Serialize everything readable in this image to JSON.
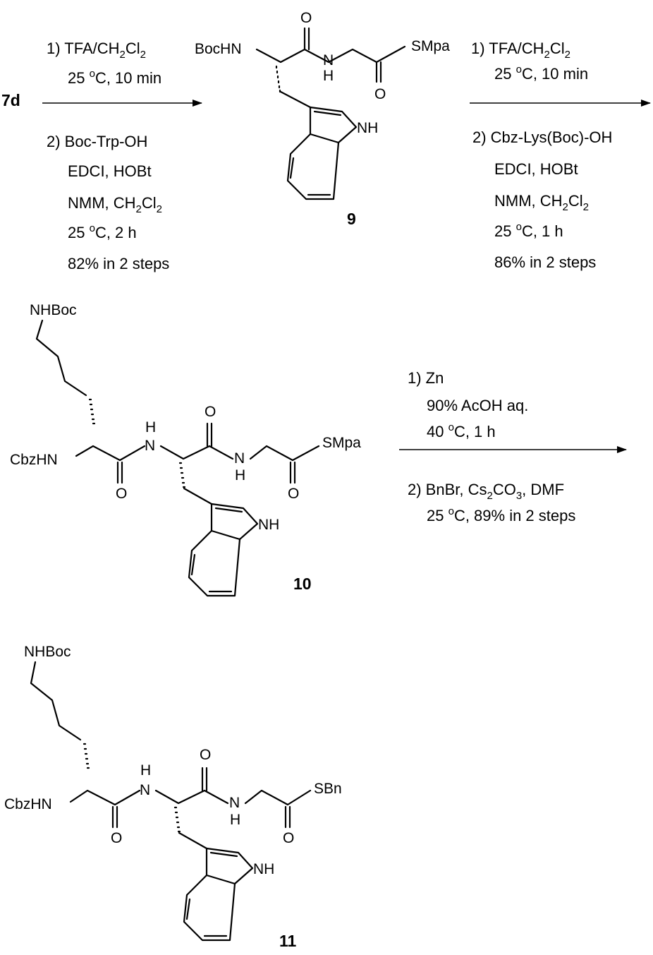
{
  "start_compound": "7d",
  "step1": {
    "above": [
      {
        "parts": [
          [
            "1) TFA/CH"
          ],
          [
            "2",
            "sub"
          ],
          [
            "Cl"
          ],
          [
            "2",
            "sub"
          ]
        ]
      },
      {
        "parts": [
          [
            "25 "
          ],
          [
            "o",
            "sup"
          ],
          [
            "C, 10 min"
          ]
        ]
      }
    ],
    "below": [
      {
        "parts": [
          [
            "2) Boc-Trp-OH"
          ]
        ]
      },
      {
        "parts": [
          [
            "EDCI, HOBt"
          ]
        ]
      },
      {
        "parts": [
          [
            "NMM, CH"
          ],
          [
            "2",
            "sub"
          ],
          [
            "Cl"
          ],
          [
            "2",
            "sub"
          ]
        ]
      },
      {
        "parts": [
          [
            "25 "
          ],
          [
            "o",
            "sup"
          ],
          [
            "C, 2 h"
          ]
        ]
      },
      {
        "parts": [
          [
            "82% in 2 steps"
          ]
        ]
      }
    ]
  },
  "step2": {
    "above": [
      {
        "parts": [
          [
            "1) TFA/CH"
          ],
          [
            "2",
            "sub"
          ],
          [
            "Cl"
          ],
          [
            "2",
            "sub"
          ]
        ]
      },
      {
        "parts": [
          [
            "25 "
          ],
          [
            "o",
            "sup"
          ],
          [
            "C, 10 min"
          ]
        ]
      }
    ],
    "below": [
      {
        "parts": [
          [
            "2) Cbz-Lys(Boc)-OH"
          ]
        ]
      },
      {
        "parts": [
          [
            "EDCI, HOBt"
          ]
        ]
      },
      {
        "parts": [
          [
            "NMM, CH"
          ],
          [
            "2",
            "sub"
          ],
          [
            "Cl"
          ],
          [
            "2",
            "sub"
          ]
        ]
      },
      {
        "parts": [
          [
            "25 "
          ],
          [
            "o",
            "sup"
          ],
          [
            "C, 1 h"
          ]
        ]
      },
      {
        "parts": [
          [
            "86% in 2 steps"
          ]
        ]
      }
    ]
  },
  "step3": {
    "above": [
      {
        "parts": [
          [
            "1) Zn"
          ]
        ]
      },
      {
        "parts": [
          [
            "90% AcOH aq."
          ]
        ]
      },
      {
        "parts": [
          [
            "40 "
          ],
          [
            "o",
            "sup"
          ],
          [
            "C, 1 h"
          ]
        ]
      }
    ],
    "below": [
      {
        "parts": [
          [
            "2) BnBr, Cs"
          ],
          [
            "2",
            "sub"
          ],
          [
            "CO"
          ],
          [
            "3",
            "sub"
          ],
          [
            ", DMF"
          ]
        ]
      },
      {
        "parts": [
          [
            "25 "
          ],
          [
            "o",
            "sup"
          ],
          [
            "C, 89% in 2 steps"
          ]
        ]
      }
    ]
  },
  "compound9": {
    "label": "9",
    "atoms": {
      "boc_hn": "BocHN",
      "o_top": "O",
      "n_amide": "N",
      "h_amide": "H",
      "s_group": "SMpa",
      "o_bottom": "O",
      "n_indole": "NH"
    }
  },
  "compound10": {
    "label": "10",
    "atoms": {
      "nhboc": "NHBoc",
      "cbzhn": "CbzHN",
      "o_lys": "O",
      "n_amide1": "N",
      "h_amide1": "H",
      "o_trp": "O",
      "n_amide2": "N",
      "h_amide2": "H",
      "s_group": "SMpa",
      "o_gly": "O",
      "n_indole": "NH"
    }
  },
  "compound11": {
    "label": "11",
    "atoms": {
      "nhboc": "NHBoc",
      "cbzhn": "CbzHN",
      "o_lys": "O",
      "n_amide1": "N",
      "h_amide1": "H",
      "o_trp": "O",
      "n_amide2": "N",
      "h_amide2": "H",
      "s_group": "SBn",
      "o_gly": "O",
      "n_indole": "NH"
    }
  },
  "colors": {
    "ink": "#000000",
    "background": "#ffffff"
  }
}
